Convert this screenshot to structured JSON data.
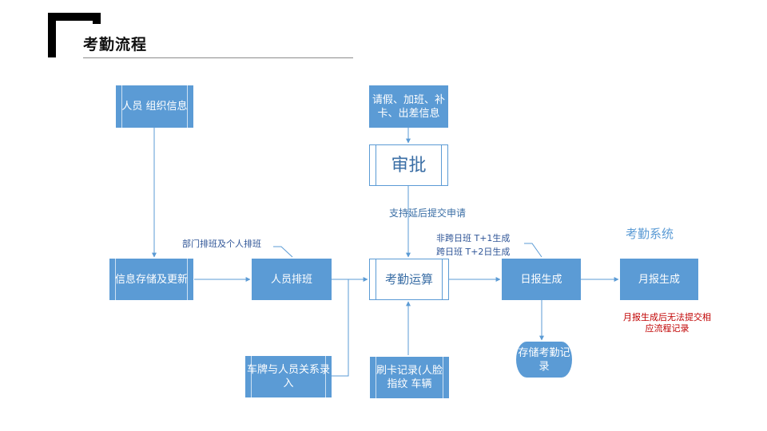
{
  "header": {
    "title": "考勤流程"
  },
  "nodes": {
    "personnel_info": "人员 组织信息",
    "leave_info": "请假、加班、补卡、出差信息",
    "approval": "审批",
    "info_storage": "信息存储及更新",
    "staff_scheduling": "人员排班",
    "attendance_calc": "考勤运算",
    "daily_report": "日报生成",
    "monthly_report": "月报生成",
    "plate_entry": "车牌与人员关系录入",
    "card_record": "刷卡记录(人脸 指纹 车辆",
    "store_attendance": "存储考勤记录"
  },
  "labels": {
    "delayed_submit": "支持延后提交申请",
    "dept_schedule": "部门排班及个人排班",
    "non_cross_day": "非跨日班 T+1生成",
    "cross_day": "跨日班 T+2日生成",
    "attendance_system": "考勤系统",
    "monthly_note": "月报生成后无法提交相应流程记录"
  },
  "colors": {
    "node_fill": "#5b9bd5",
    "connector": "#5b9bd5",
    "note_red": "#c00000"
  }
}
